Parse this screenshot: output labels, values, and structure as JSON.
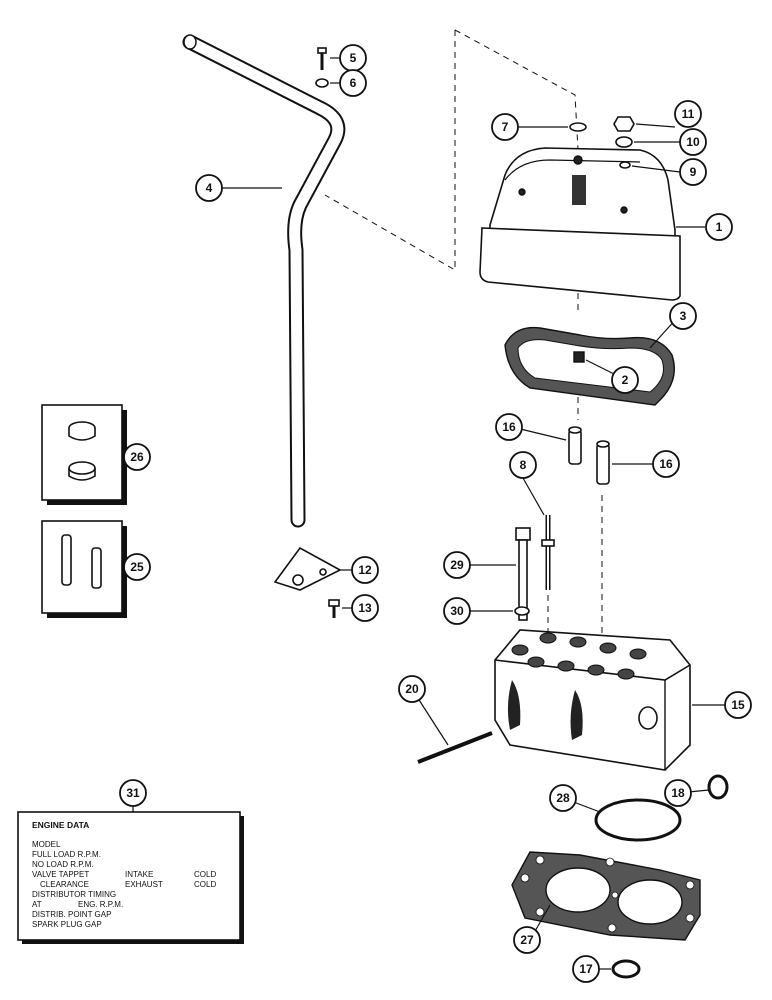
{
  "callouts": [
    {
      "label": "1"
    },
    {
      "label": "2"
    },
    {
      "label": "3"
    },
    {
      "label": "4"
    },
    {
      "label": "5"
    },
    {
      "label": "6"
    },
    {
      "label": "7"
    },
    {
      "label": "8"
    },
    {
      "label": "9"
    },
    {
      "label": "10"
    },
    {
      "label": "11"
    },
    {
      "label": "12"
    },
    {
      "label": "13"
    },
    {
      "label": "15"
    },
    {
      "label": "16"
    },
    {
      "label": "16"
    },
    {
      "label": "17"
    },
    {
      "label": "18"
    },
    {
      "label": "20"
    },
    {
      "label": "25"
    },
    {
      "label": "26"
    },
    {
      "label": "27"
    },
    {
      "label": "28"
    },
    {
      "label": "29"
    },
    {
      "label": "30"
    },
    {
      "label": "31"
    }
  ],
  "engine_data_plate": {
    "title": "ENGINE DATA",
    "lines": [
      "MODEL",
      "FULL LOAD R.P.M.",
      "NO LOAD R.P.M.",
      "VALVE TAPPET",
      "CLEARANCE",
      "DISTRIBUTOR TIMING",
      "AT",
      "DISTRIB. POINT GAP",
      "SPARK PLUG GAP"
    ],
    "col_intake": "INTAKE",
    "col_exhaust": "EXHAUST",
    "cold_1": "COLD",
    "cold_2": "COLD",
    "eng_rpm": "ENG. R.P.M."
  }
}
